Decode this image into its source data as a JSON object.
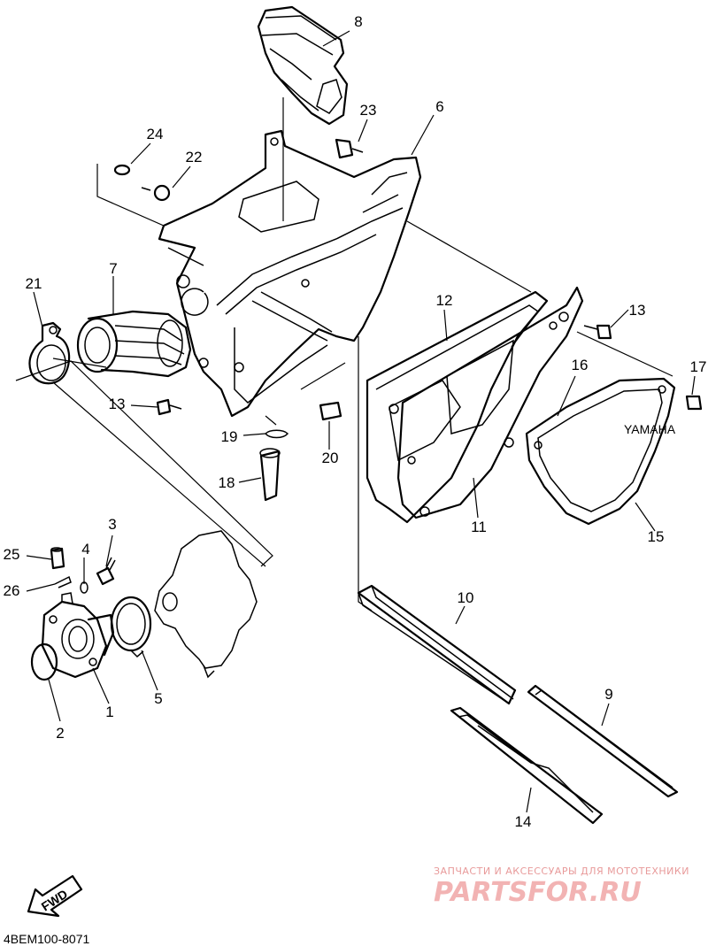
{
  "diagram": {
    "code": "4BEM100-8071",
    "fwd_label": "FWD",
    "watermark": {
      "tagline": "ЗАПЧАСТИ И АКСЕССУАРЫ ДЛЯ МОТОТЕХНИКИ",
      "brand": "PARTSFOR.RU"
    },
    "callouts": [
      {
        "id": "c1",
        "label": "1"
      },
      {
        "id": "c2",
        "label": "2"
      },
      {
        "id": "c3",
        "label": "3"
      },
      {
        "id": "c4",
        "label": "4"
      },
      {
        "id": "c5",
        "label": "5"
      },
      {
        "id": "c6",
        "label": "6"
      },
      {
        "id": "c7",
        "label": "7"
      },
      {
        "id": "c8",
        "label": "8"
      },
      {
        "id": "c9",
        "label": "9"
      },
      {
        "id": "c10",
        "label": "10"
      },
      {
        "id": "c11",
        "label": "11"
      },
      {
        "id": "c12",
        "label": "12"
      },
      {
        "id": "c13a",
        "label": "13"
      },
      {
        "id": "c13b",
        "label": "13"
      },
      {
        "id": "c14",
        "label": "14"
      },
      {
        "id": "c15",
        "label": "15"
      },
      {
        "id": "c16",
        "label": "16"
      },
      {
        "id": "c17",
        "label": "17"
      },
      {
        "id": "c18",
        "label": "18"
      },
      {
        "id": "c19",
        "label": "19"
      },
      {
        "id": "c20",
        "label": "20"
      },
      {
        "id": "c21",
        "label": "21"
      },
      {
        "id": "c22",
        "label": "22"
      },
      {
        "id": "c23",
        "label": "23"
      },
      {
        "id": "c24",
        "label": "24"
      },
      {
        "id": "c25",
        "label": "25"
      },
      {
        "id": "c26",
        "label": "26"
      }
    ]
  }
}
